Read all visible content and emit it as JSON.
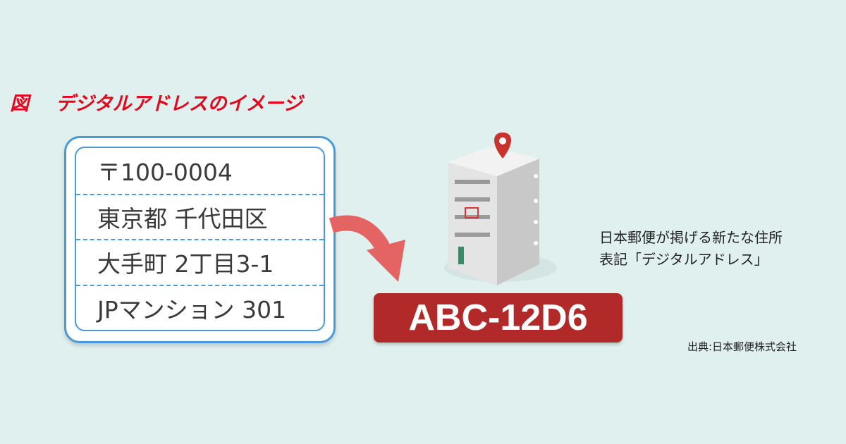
{
  "title": {
    "prefix": "図",
    "text": "デジタルアドレスのイメージ"
  },
  "address_lines": [
    "〒100-0004",
    "東京都 千代田区",
    "大手町 2丁目3-1",
    "JPマンション 301"
  ],
  "digital_address": "ABC-12D6",
  "caption": [
    "日本郵便が掲げる新たな住所",
    "表記「デジタルアドレス」"
  ],
  "source": "出典:日本郵便株式会社",
  "colors": {
    "title": "#e3071d",
    "card_border": "#4a9ad8",
    "code_bg": "#b2292a",
    "arrow": "#e46464"
  }
}
